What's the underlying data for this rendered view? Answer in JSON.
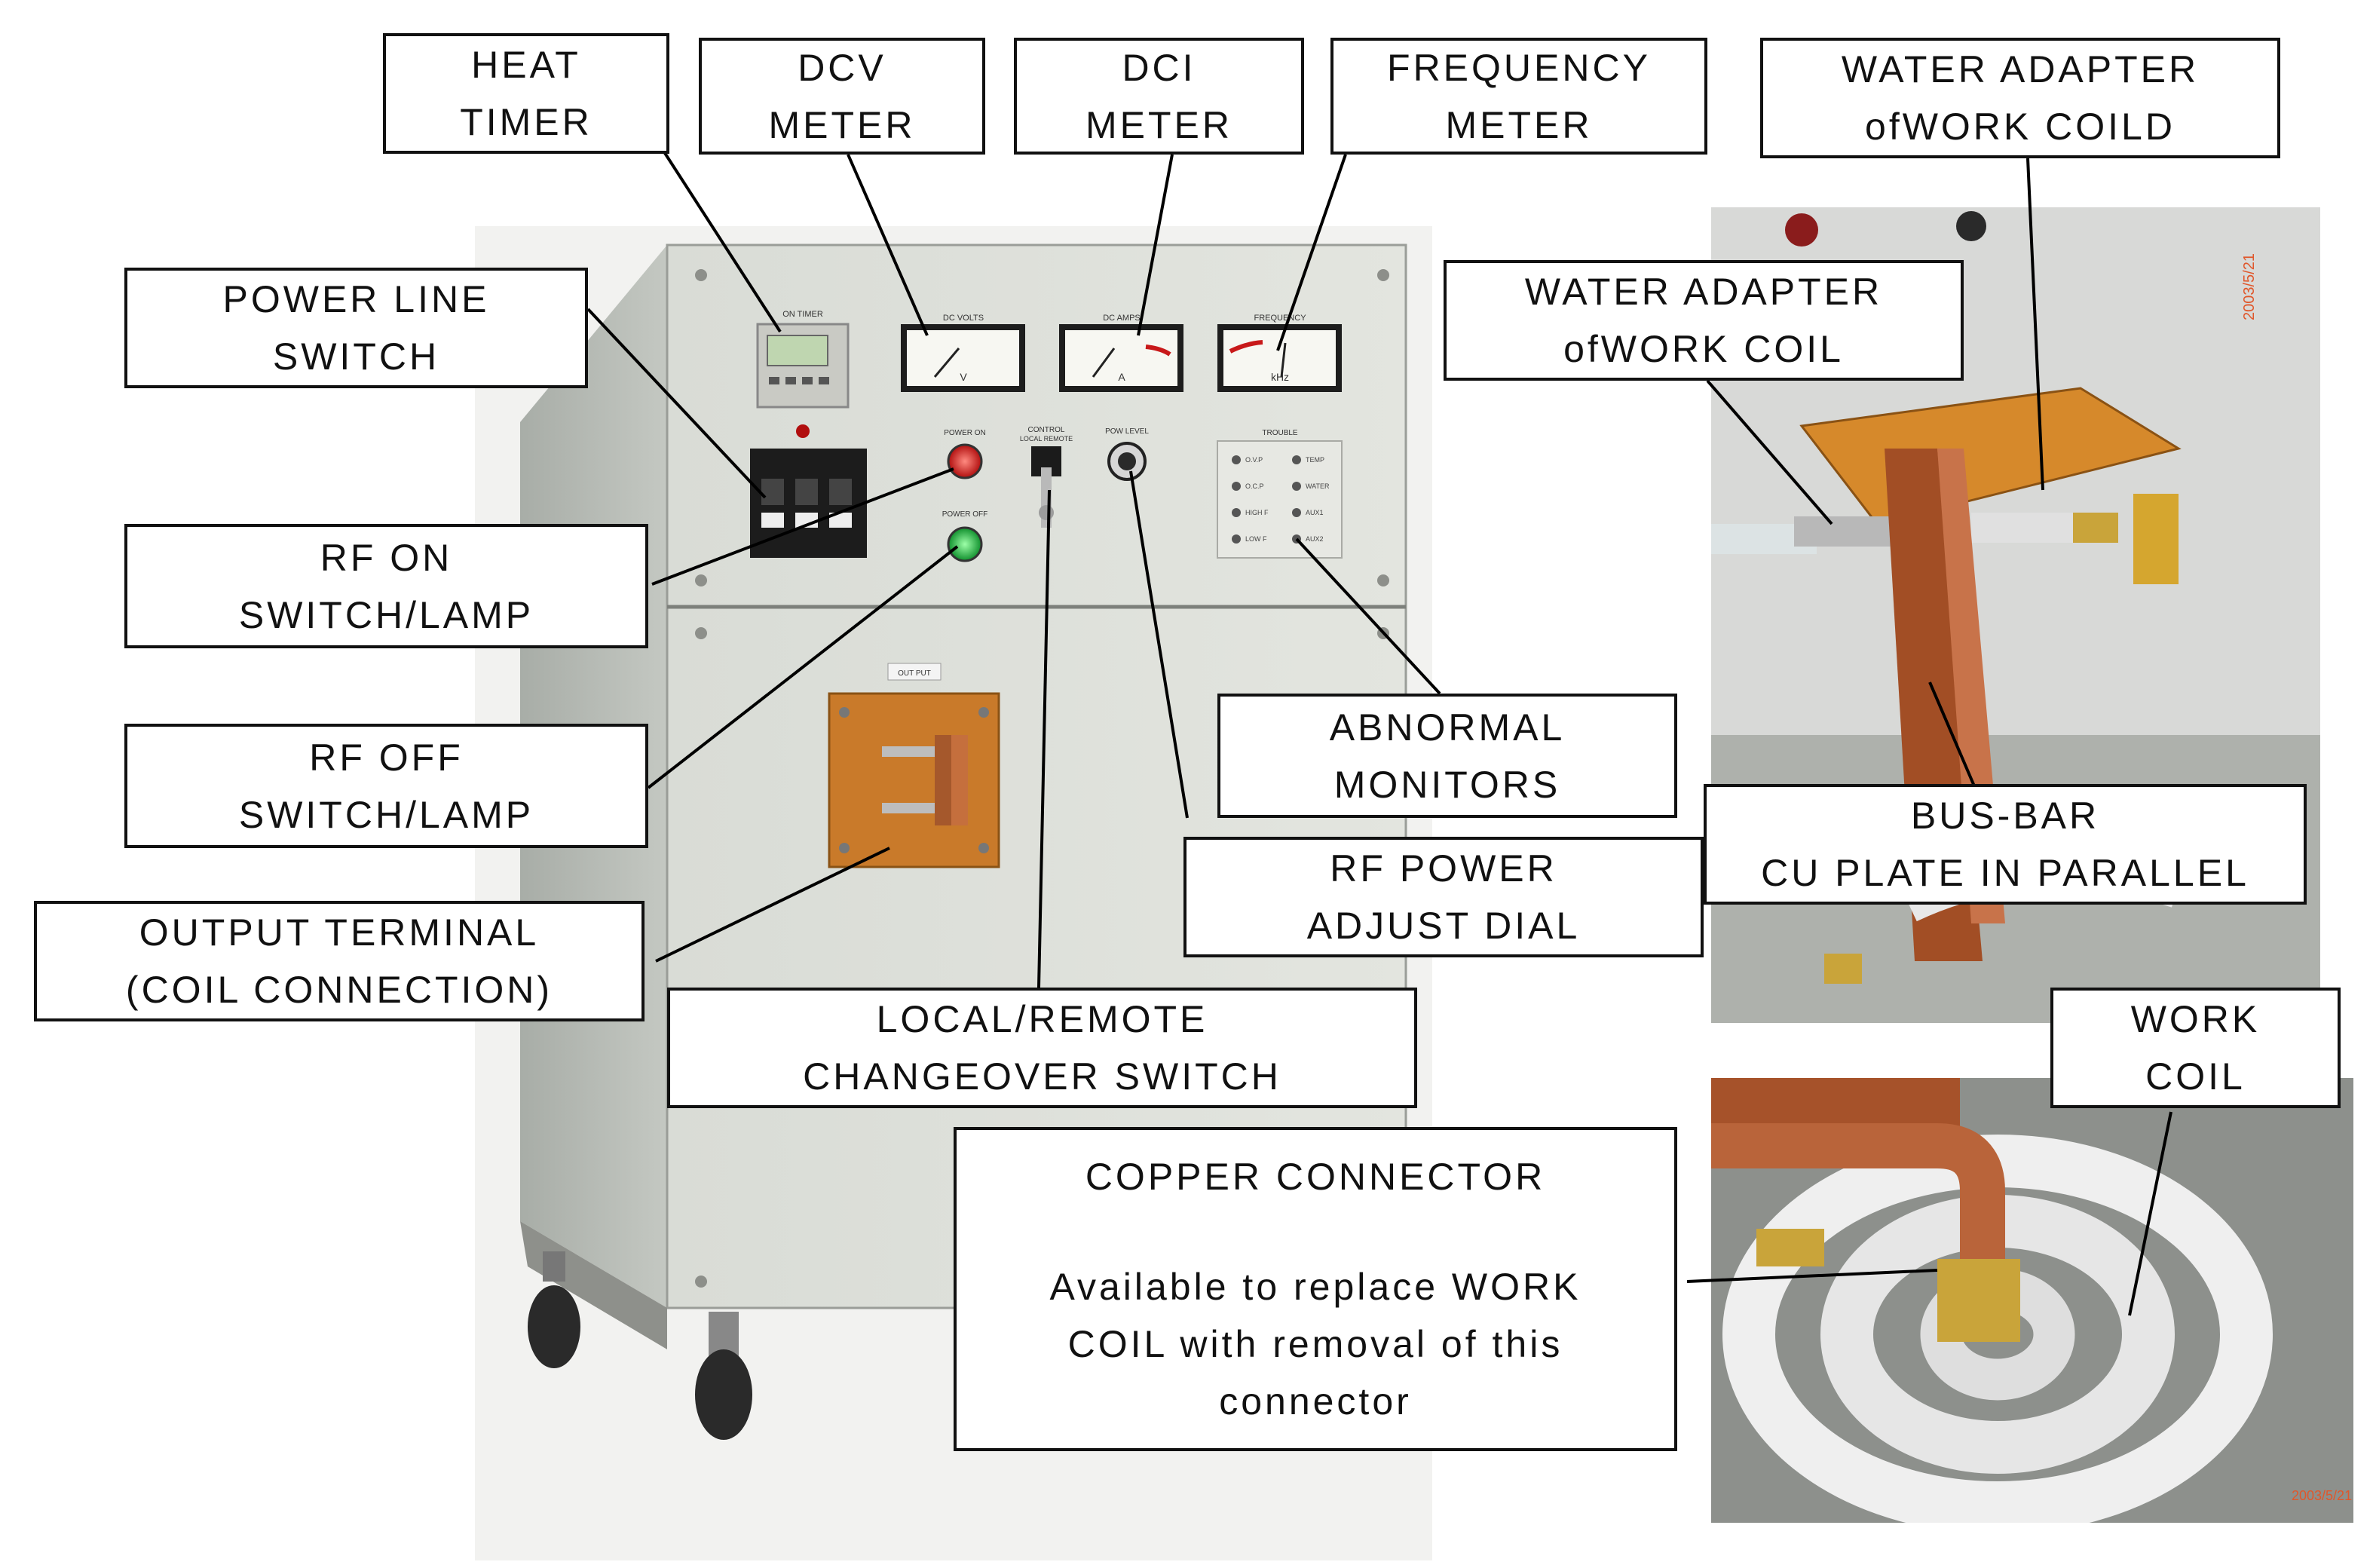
{
  "machine": {
    "panel_labels": {
      "timer": "ON TIMER",
      "dc_volts": "DC VOLTS",
      "dc_amps": "DC AMPS",
      "frequency": "FREQUENCY",
      "power_on": "POWER ON",
      "power_off": "POWER OFF",
      "control": "CONTROL",
      "local_remote": "LOCAL REMOTE",
      "pow_level": "POW LEVEL",
      "trouble": "TROUBLE",
      "output": "OUT PUT",
      "meter_v": "V",
      "meter_a": "A",
      "meter_hz": "kHz"
    },
    "trouble_items": [
      "O.V.P",
      "TEMP",
      "O.C.P",
      "WATER",
      "HIGH F",
      "AUX1",
      "LOW F",
      "AUX2"
    ]
  },
  "photo_stamps": {
    "top_right": "2003/5/21",
    "bottom_right": "2003/5/21"
  },
  "callouts": [
    {
      "id": "heat-timer",
      "lines": [
        "HEAT",
        "TIMER"
      ]
    },
    {
      "id": "dcv-meter",
      "lines": [
        "DCV",
        "METER"
      ]
    },
    {
      "id": "dci-meter",
      "lines": [
        "DCI",
        "METER"
      ]
    },
    {
      "id": "frequency-meter",
      "lines": [
        "FREQUENCY",
        "METER"
      ]
    },
    {
      "id": "water-adapter-coild",
      "lines": [
        "WATER ADAPTER",
        "ofWORK COILD"
      ]
    },
    {
      "id": "power-line-switch",
      "lines": [
        "POWER LINE",
        "SWITCH"
      ]
    },
    {
      "id": "water-adapter-coil",
      "lines": [
        "WATER ADAPTER",
        "ofWORK COIL"
      ]
    },
    {
      "id": "rf-on",
      "lines": [
        "RF ON",
        "SWITCH/LAMP"
      ]
    },
    {
      "id": "abnormal-monitors",
      "lines": [
        "ABNORMAL",
        "MONITORS"
      ]
    },
    {
      "id": "rf-off",
      "lines": [
        "RF OFF",
        "SWITCH/LAMP"
      ]
    },
    {
      "id": "bus-bar",
      "lines": [
        "BUS-BAR",
        "CU PLATE IN PARALLEL"
      ]
    },
    {
      "id": "rf-power-dial",
      "lines": [
        "RF POWER",
        "ADJUST DIAL"
      ]
    },
    {
      "id": "output-terminal",
      "lines": [
        "OUTPUT TERMINAL",
        "(COIL CONNECTION)"
      ]
    },
    {
      "id": "work-coil",
      "lines": [
        "WORK",
        "COIL"
      ]
    },
    {
      "id": "local-remote",
      "lines": [
        "LOCAL/REMOTE",
        "CHANGEOVER SWITCH"
      ]
    },
    {
      "id": "copper-connector",
      "lines": [
        "COPPER CONNECTOR",
        "",
        "Available to replace WORK",
        "COIL with removal of this",
        "connector"
      ]
    }
  ]
}
